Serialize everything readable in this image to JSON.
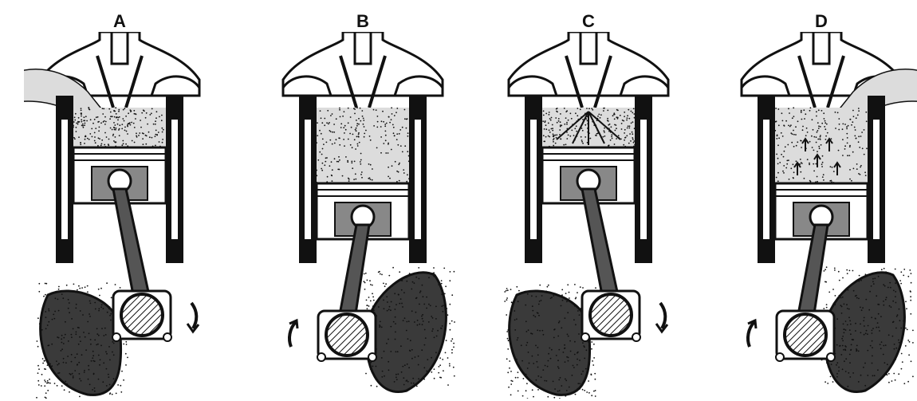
{
  "panels": [
    {
      "label": "A",
      "crank_side": "right",
      "arrow": "down",
      "piston": "top",
      "intake_charge": true,
      "exhaust_flow": false,
      "burst": false,
      "up_arrows": false
    },
    {
      "label": "B",
      "crank_side": "left",
      "arrow": "up",
      "piston": "bottom",
      "intake_charge": false,
      "exhaust_flow": false,
      "burst": false,
      "up_arrows": false
    },
    {
      "label": "C",
      "crank_side": "right",
      "arrow": "down",
      "piston": "top",
      "intake_charge": false,
      "exhaust_flow": false,
      "burst": true,
      "up_arrows": false
    },
    {
      "label": "D",
      "crank_side": "left",
      "arrow": "up",
      "piston": "bottom",
      "intake_charge": false,
      "exhaust_flow": true,
      "burst": false,
      "up_arrows": true
    }
  ],
  "colors": {
    "ink": "#111111",
    "paper": "#ffffff",
    "charge": "#dcdcdc",
    "dark_fill": "#3a3a3a"
  }
}
